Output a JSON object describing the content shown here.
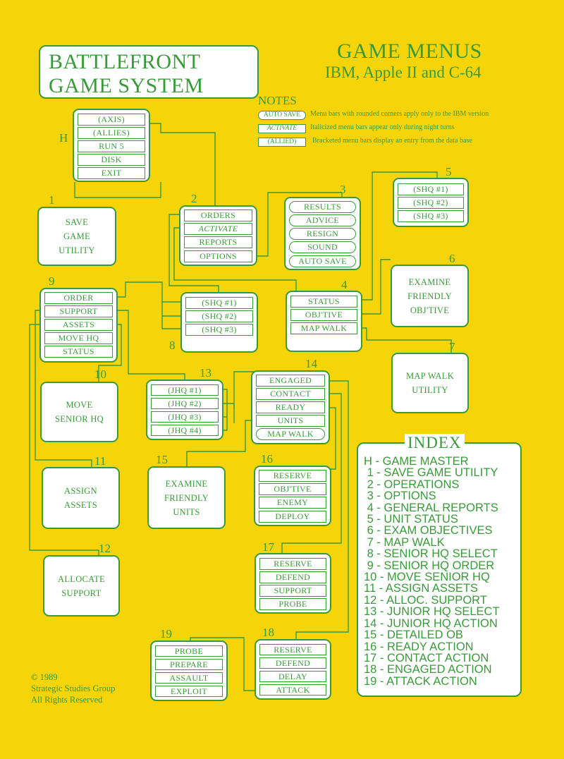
{
  "title": {
    "line1": "BATTLEFRONT",
    "line2": "GAME SYSTEM"
  },
  "heading": {
    "title": "GAME MENUS",
    "subtitle": "IBM, Apple II and C-64"
  },
  "notes": {
    "heading": "NOTES",
    "items": [
      {
        "tag": "AUTO SAVE",
        "text": "Menu bars with rounded corners apply only to the IBM version"
      },
      {
        "tag": "ACTIVATE",
        "text": "Italicized menu bars appear only during night turns"
      },
      {
        "tag": "(ALLIED)",
        "text": "Bracketed menu bars display an entry from the data base"
      }
    ]
  },
  "menus": {
    "H": {
      "label": "H",
      "items": [
        "(AXIS)",
        "(ALLIES)",
        "RUN 5",
        "DISK",
        "EXIT"
      ]
    },
    "m2": {
      "label": "2",
      "items": [
        "ORDERS",
        "ACTIVATE",
        "REPORTS",
        "OPTIONS"
      ]
    },
    "m3": {
      "label": "3",
      "items": [
        "RESULTS",
        "ADVICE",
        "RESIGN",
        "SOUND",
        "AUTO SAVE"
      ]
    },
    "m4": {
      "label": "4",
      "items": [
        "STATUS",
        "OBJ'TIVE",
        "MAP WALK"
      ]
    },
    "m5": {
      "label": "5",
      "items": [
        "(SHQ #1)",
        "(SHQ #2)",
        "(SHQ #3)"
      ]
    },
    "m8": {
      "label": "8",
      "items": [
        "(SHQ #1)",
        "(SHQ #2)",
        "(SHQ #3)"
      ]
    },
    "m9": {
      "label": "9",
      "items": [
        "ORDER",
        "SUPPORT",
        "ASSETS",
        "MOVE HQ",
        "STATUS"
      ]
    },
    "m13": {
      "label": "13",
      "items": [
        "(JHQ #1)",
        "(JHQ #2)",
        "(JHQ #3)",
        "(JHQ #4)"
      ]
    },
    "m14": {
      "label": "14",
      "items": [
        "ENGAGED",
        "CONTACT",
        "READY",
        "UNITS",
        "MAP WALK"
      ]
    },
    "m16": {
      "label": "16",
      "items": [
        "RESERVE",
        "OBJ'TIVE",
        "ENEMY",
        "DEPLOY"
      ]
    },
    "m17": {
      "label": "17",
      "items": [
        "RESERVE",
        "DEFEND",
        "SUPPORT",
        "PROBE"
      ]
    },
    "m18": {
      "label": "18",
      "items": [
        "RESERVE",
        "DEFEND",
        "DELAY",
        "ATTACK"
      ]
    },
    "m19": {
      "label": "19",
      "items": [
        "PROBE",
        "PREPARE",
        "ASSAULT",
        "EXPLOIT"
      ]
    }
  },
  "utilities": {
    "u1": {
      "label": "1",
      "text": "SAVE\nGAME\nUTILITY"
    },
    "u6": {
      "label": "6",
      "text": "EXAMINE\nFRIENDLY\nOBJ'TIVE"
    },
    "u7": {
      "label": "7",
      "text": "MAP WALK\nUTILITY"
    },
    "u10": {
      "label": "10",
      "text": "MOVE\nSENIOR HQ"
    },
    "u11": {
      "label": "11",
      "text": "ASSIGN\nASSETS"
    },
    "u12": {
      "label": "12",
      "text": "ALLOCATE\nSUPPORT"
    },
    "u15": {
      "label": "15",
      "text": "EXAMINE\nFRIENDLY\nUNITS"
    }
  },
  "index": {
    "title": "INDEX",
    "entries": [
      "H - GAME MASTER",
      " 1 - SAVE GAME UTILITY",
      " 2 - OPERATIONS",
      " 3 - OPTIONS",
      " 4 - GENERAL REPORTS",
      " 5 - UNIT STATUS",
      " 6 - EXAM OBJECTIVES",
      " 7 - MAP WALK",
      " 8 - SENIOR HQ SELECT",
      " 9 - SENIOR HQ ORDER",
      "10 - MOVE SENIOR HQ",
      "11 - ASSIGN ASSETS",
      "12 - ALLOC. SUPPORT",
      "13 - JUNIOR HQ SELECT",
      "14 - JUNIOR HQ ACTION",
      "15 - DETAILED OB",
      "16 - READY ACTION",
      "17 - CONTACT ACTION",
      "18 - ENGAGED ACTION",
      "19 - ATTACK ACTION"
    ]
  },
  "copyright": {
    "line1": "© 1989",
    "line2": "Strategic Studies Group",
    "line3": "All Rights Reserved"
  },
  "colors": {
    "background": "#f6d40a",
    "ink": "#3a9a3a",
    "panel": "#ffffff"
  }
}
